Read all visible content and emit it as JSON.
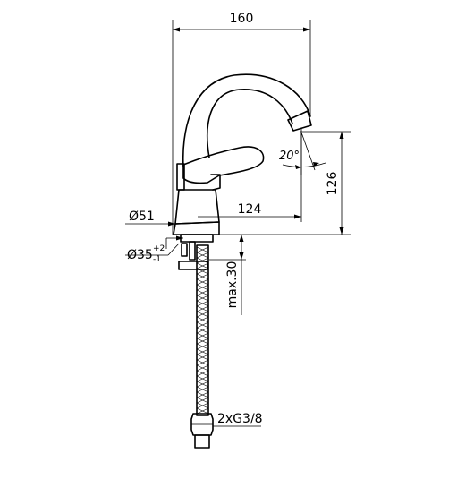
{
  "dimensions": {
    "overall_width": "160",
    "height": "126",
    "spout_reach": "124",
    "base_diameter": "Ø51",
    "hole_diameter": "Ø35",
    "hole_tolerance_upper": "+2",
    "hole_tolerance_lower": "-1",
    "max_deck_thickness": "max.30",
    "connection": "2xG3/8",
    "aerator_angle": "20°"
  },
  "colors": {
    "line": "#000000",
    "background": "#ffffff"
  }
}
